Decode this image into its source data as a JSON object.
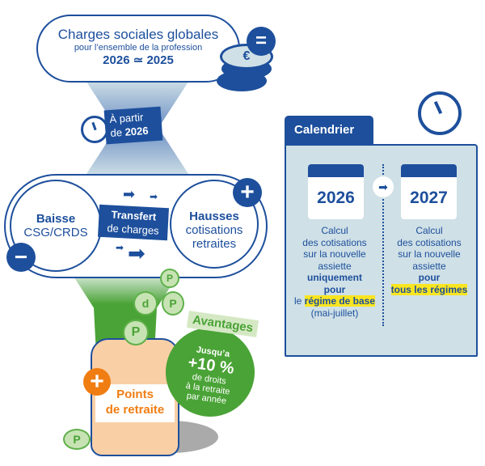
{
  "header": {
    "title": "Charges sociales globales",
    "subtitle": "pour l’ensemble de la profession",
    "comparison": "2026 ≃ 2025",
    "euro": "€"
  },
  "timing": {
    "line1": "À partir",
    "line2_prefix": "de ",
    "line2_year": "2026"
  },
  "transfer": {
    "left_title": "Baisse",
    "left_sub": "CSG/CRDS",
    "center_line1": "Transfert",
    "center_line2": "de charges",
    "right_title": "Hausses",
    "right_line1": "cotisations",
    "right_line2": "retraites"
  },
  "jar": {
    "line1": "Points",
    "line2": "de retraite",
    "coin": "P"
  },
  "avantages": {
    "tag": "Avantages",
    "line1": "Jusqu’a",
    "value": "+10 %",
    "line2": "de droits",
    "line3": "à la retraite",
    "line4": "par année"
  },
  "calendar": {
    "tab": "Calendrier",
    "left": {
      "year": "2026",
      "lines": [
        "Calcul",
        "des cotisations",
        "sur la nouvelle",
        "assiette"
      ],
      "bold1": "uniquement",
      "bold2": "pour",
      "prefix": "le ",
      "highlight": "régime de base",
      "note": "(mai-juillet)"
    },
    "right": {
      "year": "2027",
      "lines": [
        "Calcul",
        "des cotisations",
        "sur la nouvelle",
        "assiette"
      ],
      "bold1": "pour",
      "highlight": "tous les régimes"
    }
  },
  "colors": {
    "blue": "#1d4f9c",
    "green": "#4aa336",
    "orange": "#f07d12",
    "calendar_bg": "#cfe0e6",
    "highlight": "#f9e520"
  }
}
